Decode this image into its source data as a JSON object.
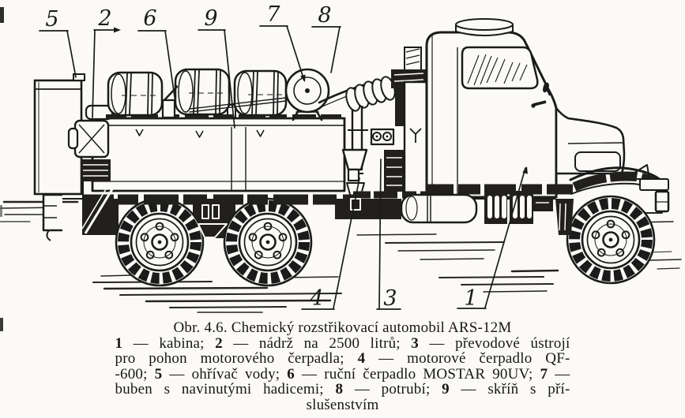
{
  "colors": {
    "paper": "#fbfaf6",
    "ink": "#1b1b1b"
  },
  "figure": {
    "callouts": {
      "c1": "1",
      "c2": "2",
      "c3": "3",
      "c4": "4",
      "c5": "5",
      "c6": "6",
      "c7": "7",
      "c8": "8",
      "c9": "9"
    },
    "caption": {
      "title": "Obr. 4.6. Chemický rozstřikovací automobil ARS-12M",
      "legend": [
        {
          "num": "1",
          "label": "kabina"
        },
        {
          "num": "2",
          "label": "nádrž na 2500 litrů"
        },
        {
          "num": "3",
          "label": "převodové ústrojí pro pohon motorového čerpadla"
        },
        {
          "num": "4",
          "label": "motorové čerpadlo QF-600"
        },
        {
          "num": "5",
          "label": "ohřívač vody"
        },
        {
          "num": "6",
          "label": "ruční čerpadlo MOSTAR 90UV"
        },
        {
          "num": "7",
          "label": "buben s navinutými hadicemi"
        },
        {
          "num": "8",
          "label": "potrubí"
        },
        {
          "num": "9",
          "label": "skříň s příslušenstvím"
        }
      ],
      "lines": [
        [
          {
            "t": "Obr. 4.6. Chemický rozstřikovací automobil ARS-12M"
          }
        ],
        [
          {
            "t": "1",
            "b": 1
          },
          {
            "t": " — kabina; "
          },
          {
            "t": "2",
            "b": 1
          },
          {
            "t": " — nádrž na 2500 litrů; "
          },
          {
            "t": "3",
            "b": 1
          },
          {
            "t": " — převodové ústrojí"
          }
        ],
        [
          {
            "t": "pro pohon motorového čerpadla; "
          },
          {
            "t": "4",
            "b": 1
          },
          {
            "t": " — motorové čerpadlo QF-"
          }
        ],
        [
          {
            "t": "-600; "
          },
          {
            "t": "5",
            "b": 1
          },
          {
            "t": " — ohřívač vody; "
          },
          {
            "t": "6",
            "b": 1
          },
          {
            "t": " — ruční čerpadlo MOSTAR 90UV; "
          },
          {
            "t": "7",
            "b": 1
          },
          {
            "t": " —"
          }
        ],
        [
          {
            "t": "buben s navinutými hadicemi; "
          },
          {
            "t": "8",
            "b": 1
          },
          {
            "t": " — potrubí; "
          },
          {
            "t": "9",
            "b": 1
          },
          {
            "t": " — skříň s pří-"
          }
        ],
        [
          {
            "t": "slušenstvím"
          }
        ]
      ]
    }
  }
}
